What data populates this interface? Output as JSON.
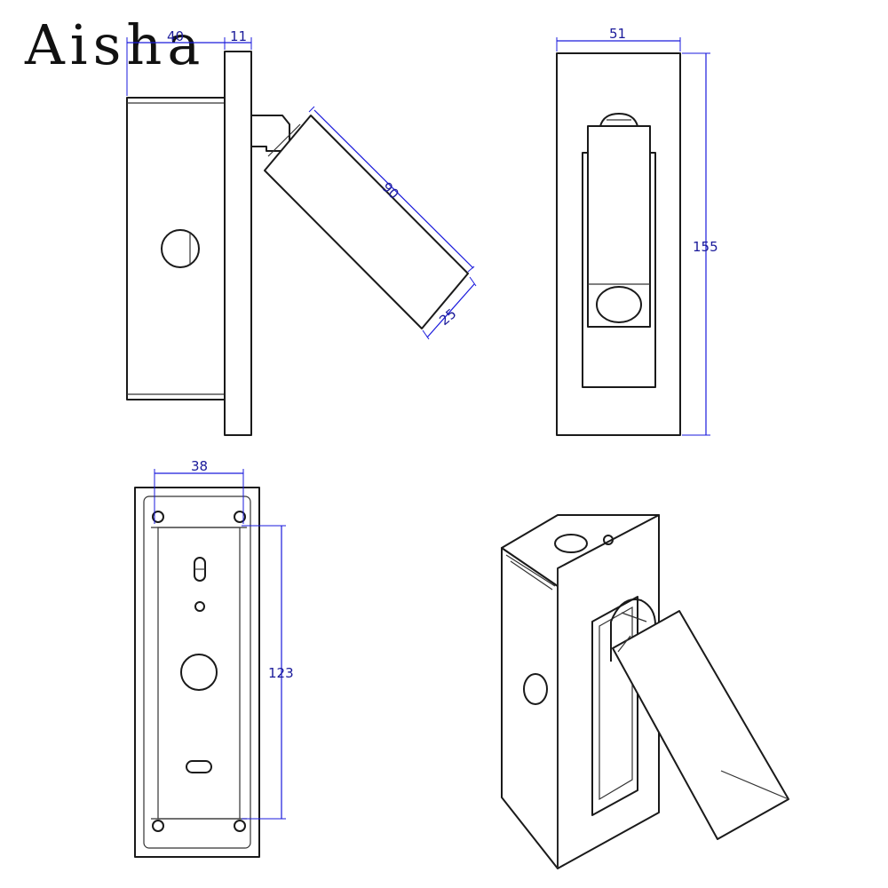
{
  "watermark": "Aisha",
  "views": {
    "side": {
      "dimensions": {
        "depth": "40",
        "plate_thickness": "11",
        "arm_length": "90",
        "arm_width": "25"
      }
    },
    "front": {
      "dimensions": {
        "width": "51",
        "height": "155"
      }
    },
    "back": {
      "dimensions": {
        "hole_spacing_width": "38",
        "hole_spacing_height": "123"
      }
    },
    "isometric": {}
  },
  "colors": {
    "dimension_line": "#1a1adc",
    "outline": "#1a1a1a"
  }
}
